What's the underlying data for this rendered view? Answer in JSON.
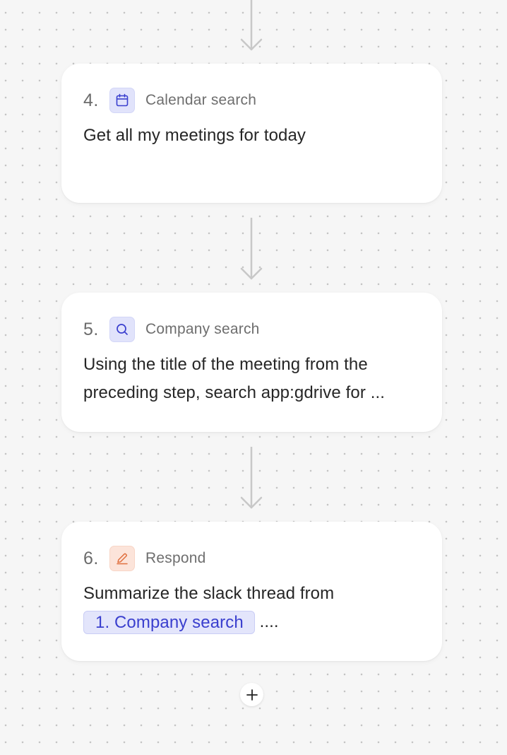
{
  "steps": [
    {
      "number": "4.",
      "icon": "calendar-icon",
      "title": "Calendar search",
      "lines": [
        "Get all my meetings for today"
      ]
    },
    {
      "number": "5.",
      "icon": "search-icon",
      "title": "Company search",
      "lines": [
        "Using the title of the meeting from the",
        "preceding step, search app:gdrive for ..."
      ]
    },
    {
      "number": "6.",
      "icon": "pencil-icon",
      "title": "Respond",
      "line1": "Summarize the slack thread from",
      "chip": "1. Company search",
      "suffix": "...."
    }
  ],
  "colors": {
    "background": "#f6f6f6",
    "accent_blue": "#3a3fce",
    "accent_orange": "#e0703f",
    "connector": "#c8c8c8"
  },
  "add_button": {
    "icon": "plus-icon"
  }
}
